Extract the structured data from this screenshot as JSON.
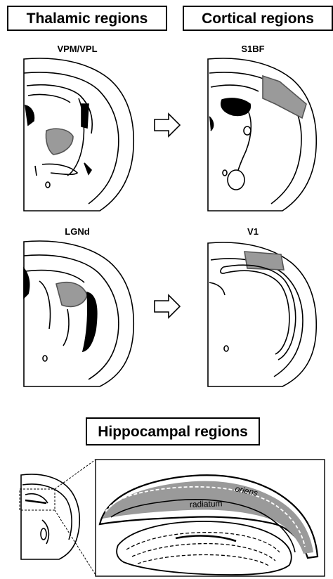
{
  "titles": {
    "thalamic": "Thalamic regions",
    "cortical": "Cortical regions",
    "hippocampal": "Hippocampal regions"
  },
  "sections": {
    "vpm": "VPM/VPL",
    "s1bf": "S1BF",
    "lgnd": "LGNd",
    "v1": "V1"
  },
  "hippocampus": {
    "oriens": "oriens",
    "radiatum": "radiatum"
  },
  "colors": {
    "region_fill": "#9a9a9a",
    "outline": "#000000",
    "background": "#ffffff"
  }
}
